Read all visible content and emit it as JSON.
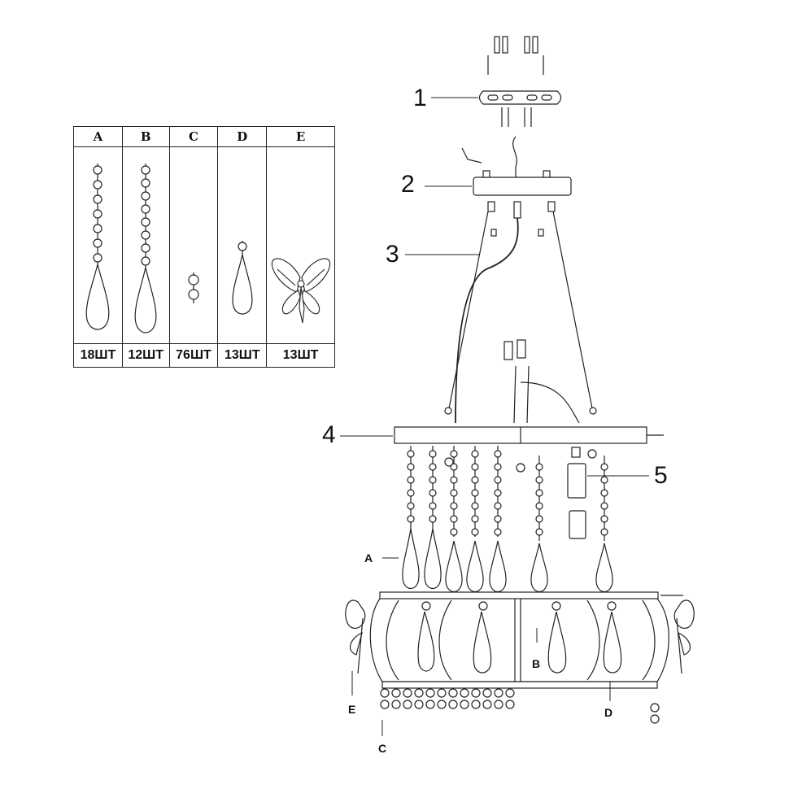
{
  "table": {
    "columns": [
      {
        "letter": "A",
        "qty": "18ШТ",
        "item": "long-bead-chain-drop"
      },
      {
        "letter": "B",
        "qty": "12ШТ",
        "item": "long-bead-chain-drop"
      },
      {
        "letter": "C",
        "qty": "76ШТ",
        "item": "small-bead-pair"
      },
      {
        "letter": "D",
        "qty": "13ШТ",
        "item": "single-bead-drop"
      },
      {
        "letter": "E",
        "qty": "13ШТ",
        "item": "butterfly-fairy"
      }
    ]
  },
  "callouts": {
    "n1": "1",
    "n2": "2",
    "n3": "3",
    "n4": "4",
    "n5": "5",
    "A": "A",
    "B": "B",
    "C": "C",
    "D": "D",
    "E": "E"
  },
  "colors": {
    "line": "#222222",
    "fill": "#ffffff"
  }
}
